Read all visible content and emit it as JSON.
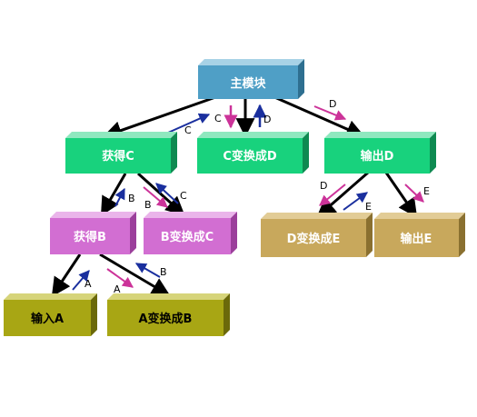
{
  "colors": {
    "main": "#4f9fc6",
    "level1": "#18d27d",
    "level2": "#d26ed2",
    "leaf_gold": "#c8a85c",
    "leaf_olive": "#a8a614",
    "arrow": "#000000",
    "flow_down": "#cc3399",
    "flow_up": "#1a2f9e"
  },
  "nodes": {
    "main": "主模块",
    "get_c": "获得C",
    "c_to_d": "C变换成D",
    "output_d": "输出D",
    "get_b": "获得B",
    "b_to_c": "B变换成C",
    "d_to_e": "D变换成E",
    "output_e": "输出E",
    "input_a": "输入A",
    "a_to_b": "A变换成B"
  },
  "flows": {
    "main_getc": "C",
    "main_ctod_down": "C",
    "main_ctod_up": "D",
    "main_outd": "D",
    "getc_getb": "B",
    "getc_btoc_down": "B",
    "getc_btoc_up": "C",
    "outd_dtoe": "D",
    "outd_dtoe_up": "E",
    "outd_oute": "E",
    "getb_inputa": "A",
    "getb_atob_down": "A",
    "getb_atob_up": "B"
  }
}
